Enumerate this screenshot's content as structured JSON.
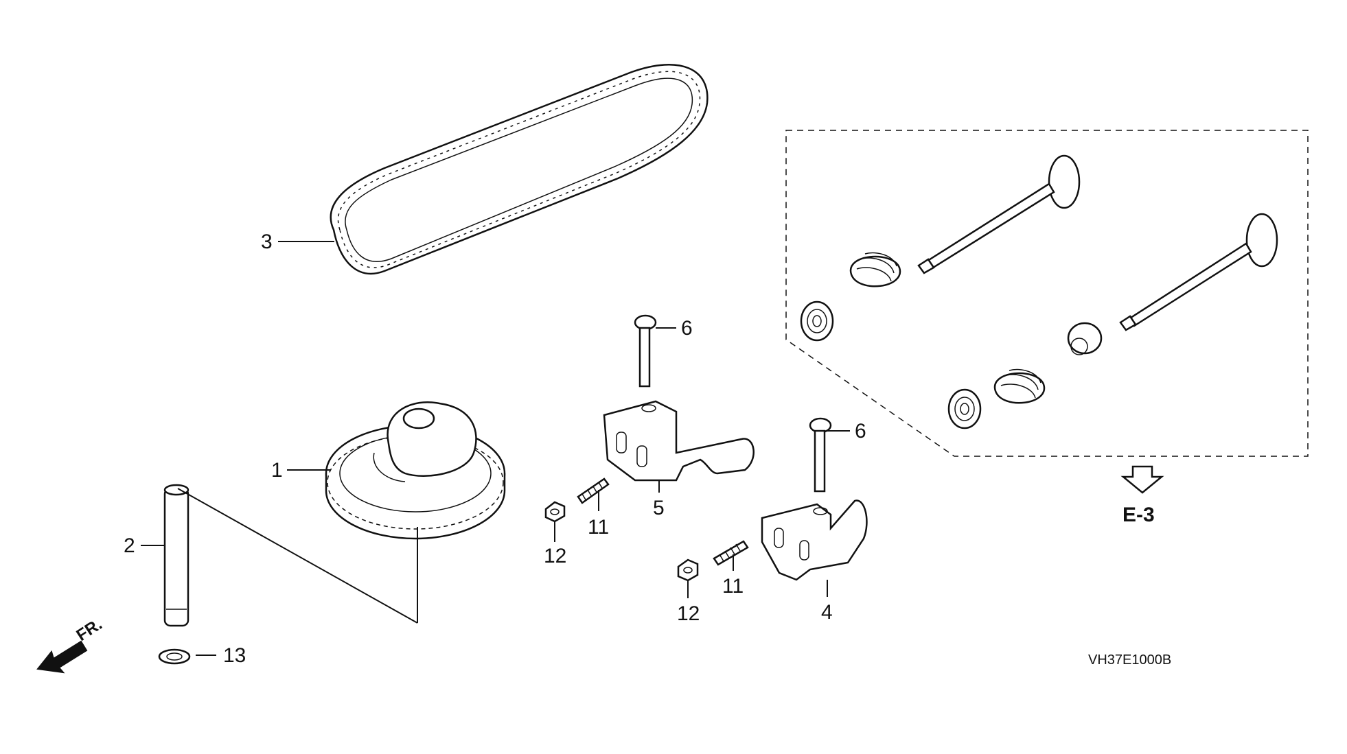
{
  "diagram": {
    "reference_code": "VH37E1000B",
    "fr_label": "FR.",
    "section_ref": "E-3",
    "callouts": {
      "c1": "1",
      "c2": "2",
      "c3": "3",
      "c4": "4",
      "c5": "5",
      "c6a": "6",
      "c6b": "6",
      "c11a": "11",
      "c11b": "11",
      "c12a": "12",
      "c12b": "12",
      "c13": "13"
    }
  }
}
